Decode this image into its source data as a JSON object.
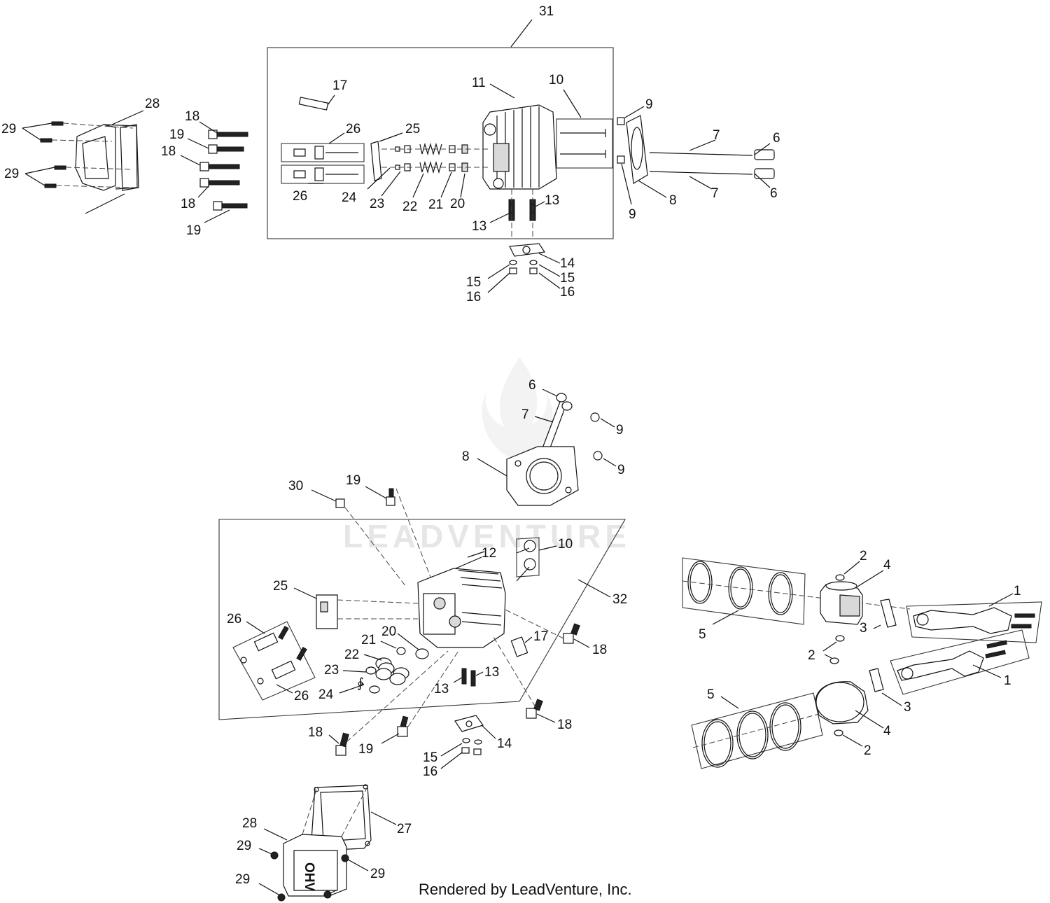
{
  "footer": "Rendered by LeadVenture, Inc.",
  "watermark": "LEADVENTURE",
  "colors": {
    "ink": "#111111",
    "watermark": "#e6e6e6",
    "background": "#ffffff"
  },
  "callouts": {
    "top": [
      "31",
      "17",
      "11",
      "10",
      "9",
      "28",
      "29",
      "29",
      "18",
      "19",
      "18",
      "18",
      "19",
      "26",
      "26",
      "25",
      "24",
      "23",
      "22",
      "21",
      "20",
      "7",
      "6",
      "7",
      "6",
      "8",
      "9",
      "13",
      "13",
      "14",
      "15",
      "15",
      "16",
      "16"
    ],
    "middle": [
      "6",
      "7",
      "9",
      "9",
      "8",
      "30",
      "19",
      "12",
      "10",
      "25",
      "32",
      "26",
      "26",
      "20",
      "21",
      "22",
      "23",
      "24",
      "17",
      "18",
      "13",
      "13",
      "18",
      "19",
      "18",
      "14",
      "15",
      "16"
    ],
    "bottom": [
      "28",
      "27",
      "29",
      "29",
      "29",
      "29"
    ],
    "piston": [
      "2",
      "4",
      "1",
      "5",
      "3",
      "2",
      "2",
      "1",
      "5",
      "3",
      "4",
      "2"
    ]
  }
}
